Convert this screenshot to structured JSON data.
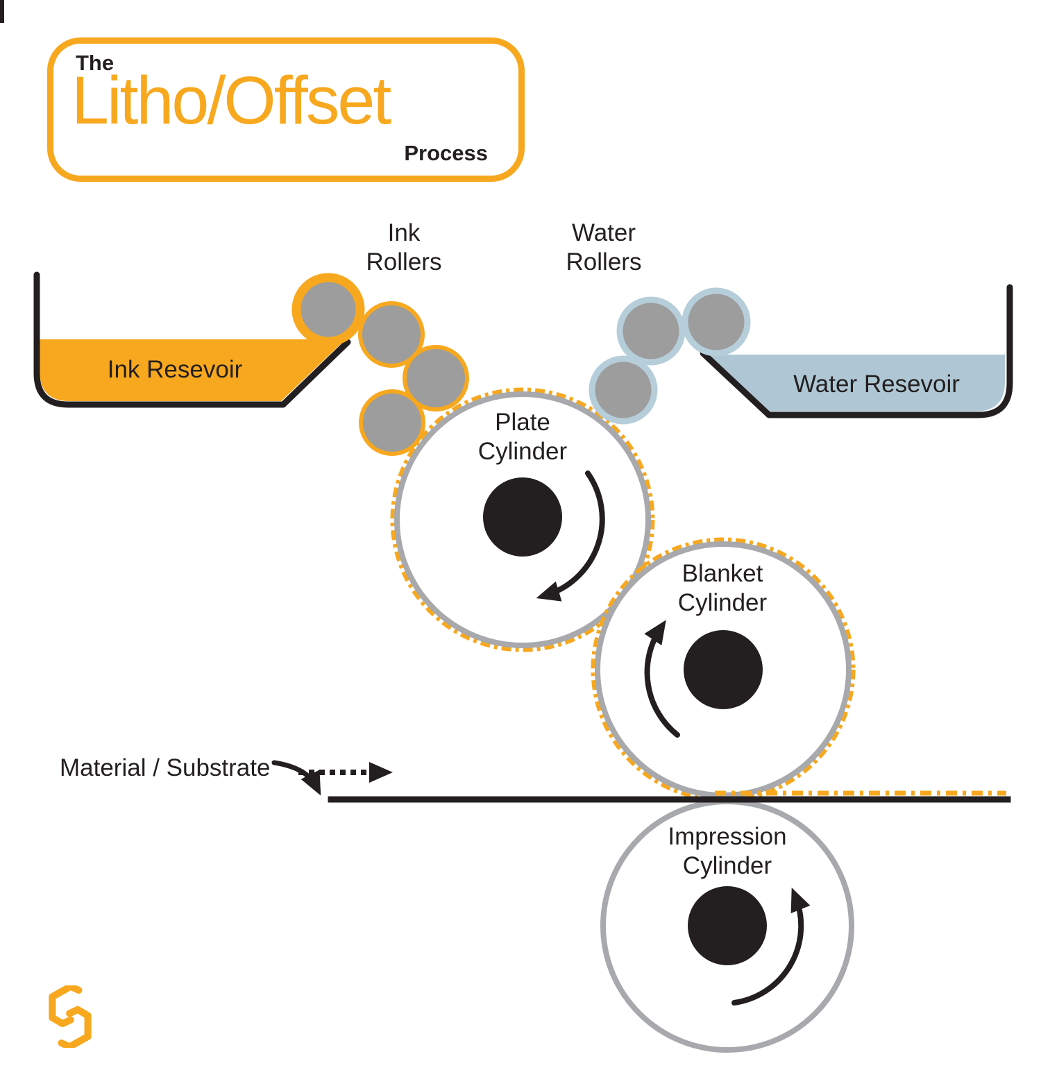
{
  "title": {
    "the": "The",
    "main": "Litho/Offset",
    "process": "Process"
  },
  "reservoirs": {
    "ink": "Ink Resevoir",
    "water": "Water Resevoir"
  },
  "rollers": {
    "ink": "Ink\nRollers",
    "water": "Water\nRollers"
  },
  "cylinders": {
    "plate": "Plate\nCylinder",
    "blanket": "Blanket\nCylinder",
    "impression": "Impression\nCylinder"
  },
  "material": {
    "label": "Material / Substrate"
  },
  "icons": {
    "logo": "hexagon-s-logo",
    "rotation_plate": "clockwise-arrow",
    "rotation_blanket": "clockwise-arrow",
    "rotation_impression": "counterclockwise-arrow",
    "feed_direction": "right-dashed-arrow"
  },
  "colors": {
    "orange": "#F7A81E",
    "water-blue-fill": "#AFC7D4",
    "water-blue-stroke": "#B6CDDA",
    "roller-gray": "#9D9D9D",
    "ring-gray": "#A7A9AC",
    "ink-black": "#231F20"
  }
}
